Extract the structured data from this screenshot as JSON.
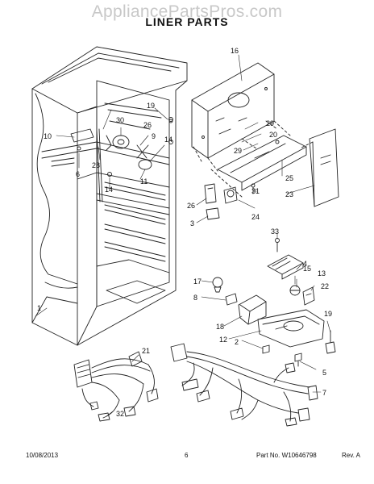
{
  "watermark": "AppliancePartsPros.com",
  "title": "LINER PARTS",
  "callouts": [
    {
      "id": "c1",
      "label": "1"
    },
    {
      "id": "c2",
      "label": "2"
    },
    {
      "id": "c3",
      "label": "3"
    },
    {
      "id": "c4",
      "label": "4"
    },
    {
      "id": "c5",
      "label": "5"
    },
    {
      "id": "c6",
      "label": "6"
    },
    {
      "id": "c7",
      "label": "7"
    },
    {
      "id": "c8",
      "label": "8"
    },
    {
      "id": "c9",
      "label": "9"
    },
    {
      "id": "c10",
      "label": "10"
    },
    {
      "id": "c11",
      "label": "11"
    },
    {
      "id": "c12",
      "label": "12"
    },
    {
      "id": "c13",
      "label": "13"
    },
    {
      "id": "c14a",
      "label": "14"
    },
    {
      "id": "c14b",
      "label": "14"
    },
    {
      "id": "c15",
      "label": "15"
    },
    {
      "id": "c16",
      "label": "16"
    },
    {
      "id": "c17",
      "label": "17"
    },
    {
      "id": "c18",
      "label": "18"
    },
    {
      "id": "c19a",
      "label": "19"
    },
    {
      "id": "c19b",
      "label": "19"
    },
    {
      "id": "c20",
      "label": "20"
    },
    {
      "id": "c21",
      "label": "21"
    },
    {
      "id": "c22",
      "label": "22"
    },
    {
      "id": "c23",
      "label": "23"
    },
    {
      "id": "c24",
      "label": "24"
    },
    {
      "id": "c25",
      "label": "25"
    },
    {
      "id": "c26a",
      "label": "26"
    },
    {
      "id": "c26b",
      "label": "26"
    },
    {
      "id": "c28",
      "label": "28"
    },
    {
      "id": "c29a",
      "label": "29"
    },
    {
      "id": "c29b",
      "label": "29"
    },
    {
      "id": "c30",
      "label": "30"
    },
    {
      "id": "c31",
      "label": "31"
    },
    {
      "id": "c32",
      "label": "32"
    },
    {
      "id": "c33",
      "label": "33"
    }
  ],
  "footer": {
    "date": "10/08/2013",
    "page": "6",
    "part_number": "Part No.  W10646798",
    "revision": "Rev.  A"
  }
}
